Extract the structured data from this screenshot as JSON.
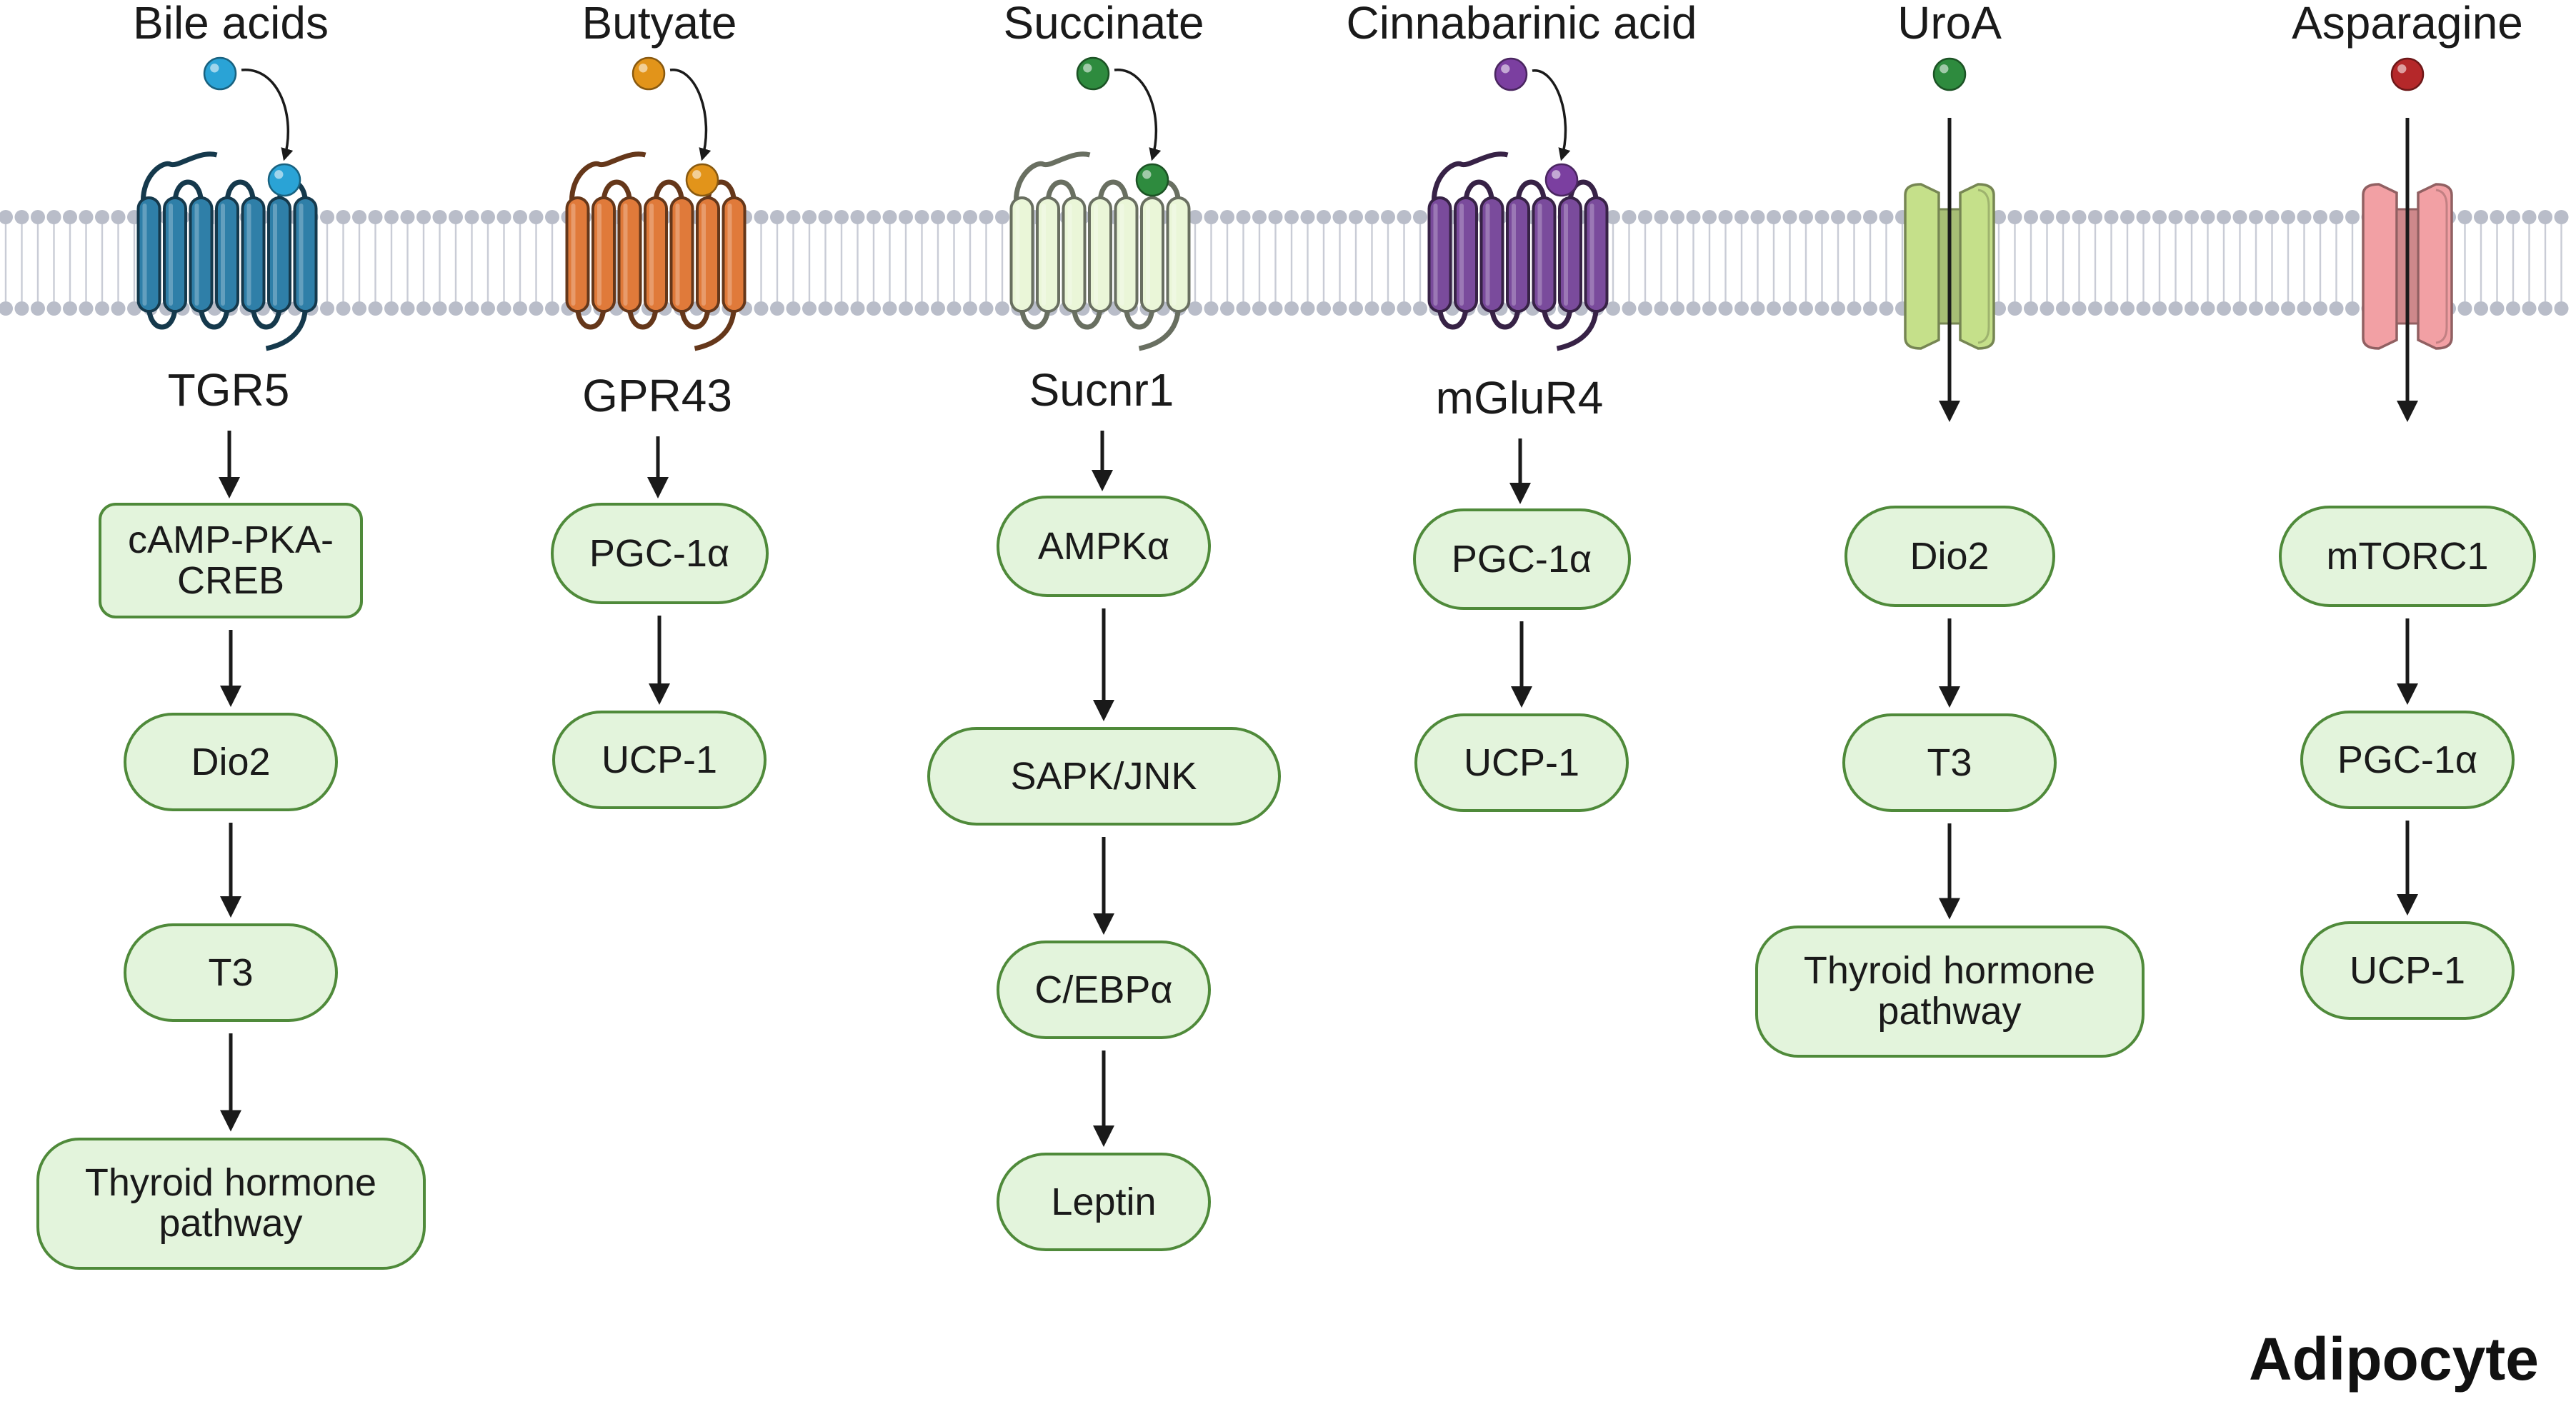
{
  "title": "Adipocyte",
  "columns": [
    {
      "ligand": "Bile acids",
      "ligand_color": "#2aa3d6",
      "receptor": "TGR5",
      "receptor_color": "#2f7fa8",
      "receptor_type": "gpcr",
      "steps": [
        "cAMP-PKA-\nCREB",
        "Dio2",
        "T3",
        "Thyroid hormone\npathway"
      ]
    },
    {
      "ligand": "Butyate",
      "ligand_color": "#e2941a",
      "receptor": "GPR43",
      "receptor_color": "#e07a3a",
      "receptor_type": "gpcr",
      "steps": [
        "PGC-1α",
        "UCP-1"
      ]
    },
    {
      "ligand": "Succinate",
      "ligand_color": "#2e8b3e",
      "receptor": "Sucnr1",
      "receptor_color": "#eaf6d8",
      "receptor_type": "gpcr",
      "steps": [
        "AMPKα",
        "SAPK/JNK",
        "C/EBPα",
        "Leptin"
      ]
    },
    {
      "ligand": "Cinnabarinic acid",
      "ligand_color": "#7b3fa0",
      "receptor": "mGluR4",
      "receptor_color": "#7a4b9c",
      "receptor_type": "gpcr",
      "steps": [
        "PGC-1α",
        "UCP-1"
      ]
    },
    {
      "ligand": "UroA",
      "ligand_color": "#2e8b3e",
      "receptor": "",
      "receptor_color": "#c5e08a",
      "receptor_type": "channel",
      "steps": [
        "Dio2",
        "T3",
        "Thyroid hormone\npathway"
      ]
    },
    {
      "ligand": "Asparagine",
      "ligand_color": "#b5282a",
      "receptor": "",
      "receptor_color": "#f2a0a4",
      "receptor_type": "channel",
      "steps": [
        "mTORC1",
        "PGC-1α",
        "UCP-1"
      ]
    }
  ]
}
